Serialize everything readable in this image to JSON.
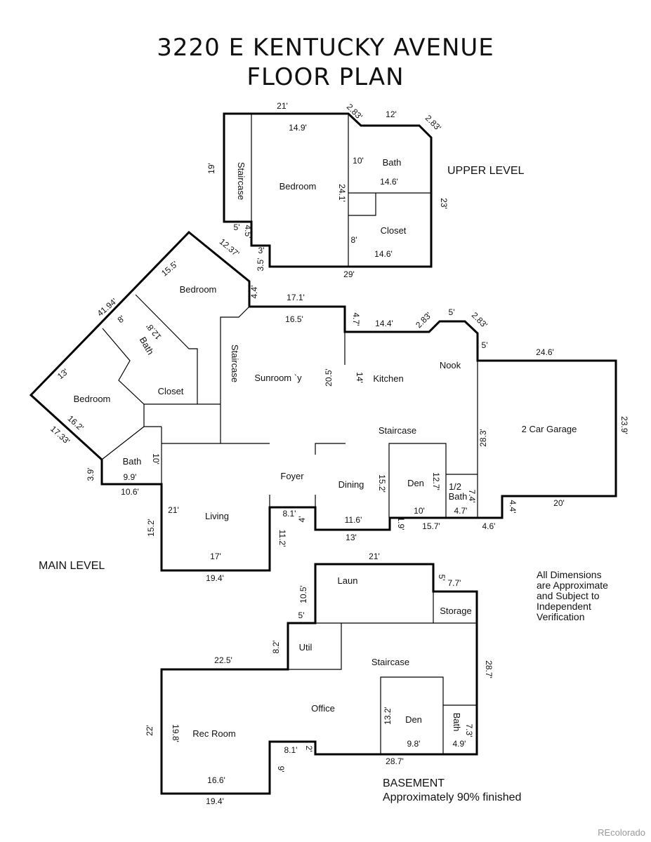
{
  "title": {
    "line1": "3220 E KENTUCKY AVENUE",
    "line2": "FLOOR PLAN"
  },
  "levels": {
    "upper": "UPPER LEVEL",
    "main": "MAIN LEVEL",
    "basement": "BASEMENT",
    "basement_note": "Approximately 90% finished"
  },
  "disclaimer": [
    "All Dimensions",
    "are Approximate",
    "and Subject to",
    "Independent",
    "Verification"
  ],
  "watermark": "REcolorado",
  "upper": {
    "rooms": {
      "staircase": "Staircase",
      "bedroom": "Bedroom",
      "bath": "Bath",
      "closet": "Closet"
    },
    "dims": {
      "top": "21'",
      "bed_w": "14.9'",
      "ang1": "2.83'",
      "top2": "12'",
      "ang2": "2.83'",
      "left": "19'",
      "bath_h": "10'",
      "bath_w": "14.6'",
      "bed_h": "24.1'",
      "right": "23'",
      "s1": "5'",
      "s2": "4.5'",
      "s3": "3'",
      "s4": "3.5'",
      "closet_h": "8'",
      "closet_w": "14.6'",
      "bottom": "29'"
    }
  },
  "main": {
    "rooms": {
      "bedroom1": "Bedroom",
      "bath1": "Bath",
      "closet": "Closet",
      "bedroom2": "Bedroom",
      "bath2": "Bath",
      "staircase1": "Staircase",
      "sunroom": "Sunroom `y",
      "kitchen": "Kitchen",
      "nook": "Nook",
      "garage": "2 Car Garage",
      "staircase2": "Staircase",
      "foyer": "Foyer",
      "dining": "Dining",
      "den": "Den",
      "halfbath_a": "1/2",
      "halfbath_b": "Bath",
      "living": "Living"
    },
    "dims": {
      "d1": "12.37'",
      "d2": "15.5'",
      "d3": "4.4'",
      "d4": "17.1'",
      "d5": "41.94'",
      "d6": "8'",
      "d7": "12.8'",
      "d8": "16.5'",
      "d9": "4.7'",
      "d10": "14.4'",
      "d11": "2.83'",
      "d12": "5'",
      "d13": "2.83'",
      "d14": "5'",
      "d15": "24.6'",
      "d16": "13'",
      "d17": "20.5'",
      "d18": "14'",
      "d19": "16.2'",
      "d20": "17.33'",
      "d21": "28.3'",
      "d22": "23.9'",
      "d23": "10'",
      "d24": "9.9'",
      "d25": "3.9'",
      "d26": "10.6'",
      "d27": "15.2'",
      "d28": "12.7'",
      "d29": "7.4'",
      "d30": "4.7'",
      "d31": "10'",
      "d32": "4.4'",
      "d33": "20'",
      "d34": "21'",
      "d35": "8.1'",
      "d36": "4'",
      "d37": "11.6'",
      "d38": "1.9'",
      "d39": "15.7'",
      "d40": "4.6'",
      "d41": "15.2'",
      "d42": "11.2'",
      "d43": "13'",
      "d44": "17'",
      "d45": "19.4'"
    }
  },
  "basement": {
    "rooms": {
      "laun": "Laun",
      "storage": "Storage",
      "util": "Util",
      "staircase": "Staircase",
      "office": "Office",
      "den": "Den",
      "bath": "Bath",
      "rec": "Rec Room"
    },
    "dims": {
      "b1": "21'",
      "b2": "5'",
      "b3": "7.7'",
      "b4": "10.5'",
      "b5": "5'",
      "b6": "8.2'",
      "b7": "22.5'",
      "b8": "28.7'",
      "b9": "13.2'",
      "b10": "7.3'",
      "b11": "22'",
      "b12": "19.8'",
      "b13": "8.1'",
      "b14": "2'",
      "b15": "9.8'",
      "b16": "4.9'",
      "b17": "28.7'",
      "b18": "9'",
      "b19": "16.6'",
      "b20": "19.4'"
    }
  }
}
